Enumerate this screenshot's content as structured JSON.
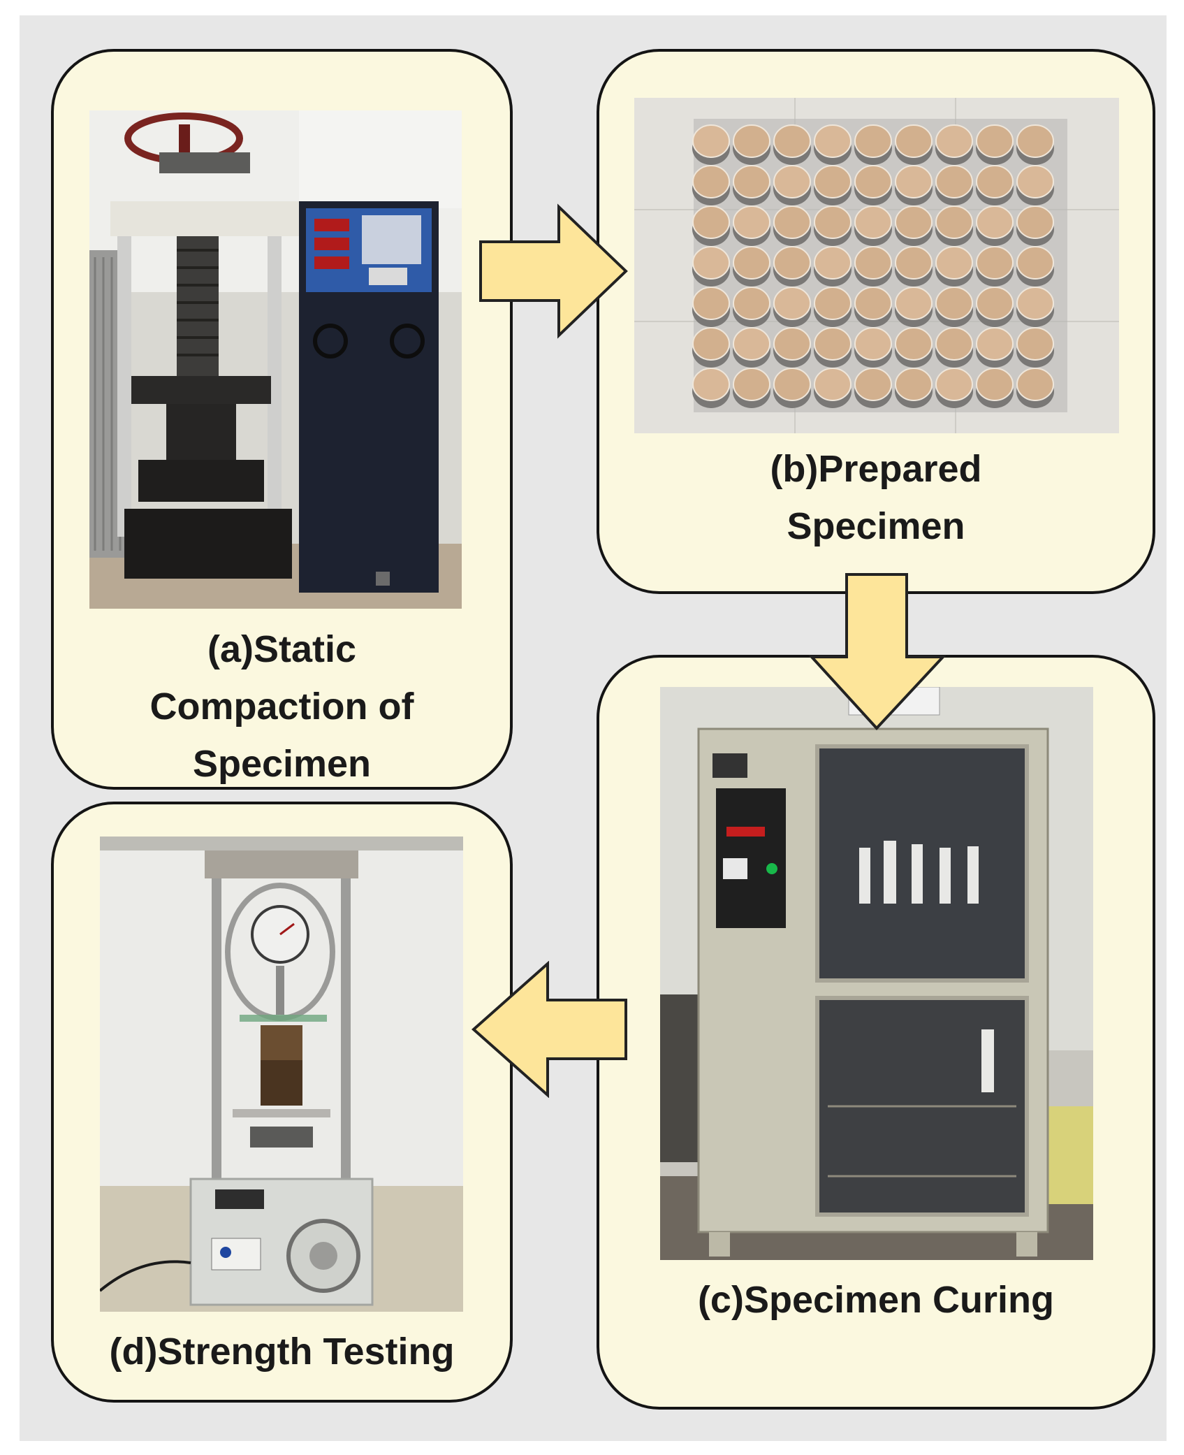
{
  "panels": {
    "a": {
      "caption_lines": [
        "(a)Static",
        "Compaction of",
        "Specimen"
      ]
    },
    "b": {
      "caption_lines": [
        "(b)Prepared",
        "Specimen"
      ]
    },
    "c": {
      "caption_lines": [
        "(c)Specimen Curing"
      ]
    },
    "d": {
      "caption_lines": [
        "(d)Strength Testing"
      ]
    }
  },
  "photos": {
    "a": "compaction-machine-photo",
    "b": "specimen-grid-photo",
    "c": "curing-cabinet-photo",
    "d": "strength-tester-photo"
  },
  "colors": {
    "background": "#e7e7e7",
    "panel_fill": "#fbf8df",
    "panel_border": "#141414",
    "arrow_fill": "#fde59a",
    "arrow_stroke": "#222222"
  },
  "arrows": [
    "arrow-right",
    "arrow-down",
    "arrow-left"
  ]
}
